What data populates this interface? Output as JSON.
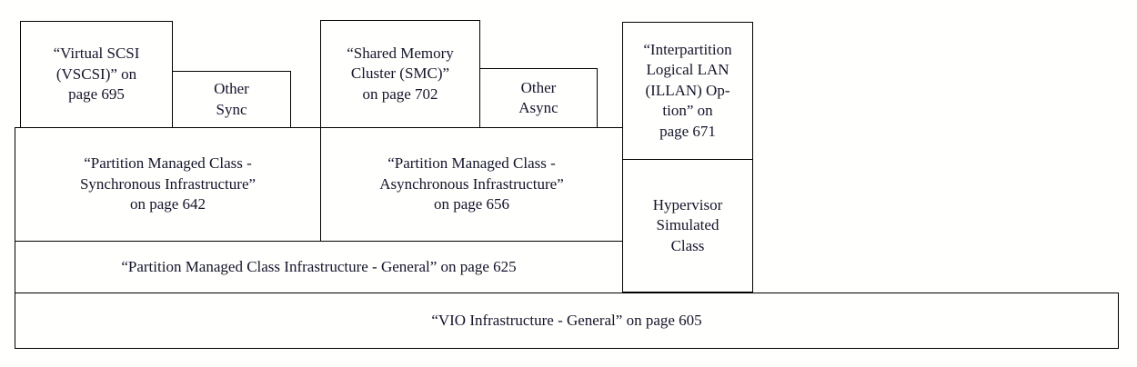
{
  "diagram": {
    "title": "VIO Infrastructure layering",
    "type": "layered-block-diagram",
    "colors": {
      "background": "#fffffd",
      "border": "#000000",
      "text": "#14142b"
    },
    "boxes": [
      {
        "id": "vscsi",
        "name": "virtual-scsi-box",
        "label": "“Virtual SCSI\n(VSCSI)” on\npage 695",
        "page": "695",
        "row": 1
      },
      {
        "id": "other-sync",
        "name": "other-sync-box",
        "label": "Other\nSync",
        "row": 1
      },
      {
        "id": "smc",
        "name": "shared-memory-cluster-box",
        "label": "“Shared Memory\nCluster (SMC)”\non page 702",
        "page": "702",
        "row": 1
      },
      {
        "id": "other-async",
        "name": "other-async-box",
        "label": "Other\nAsync",
        "row": 1
      },
      {
        "id": "illan",
        "name": "interpartition-logical-lan-box",
        "label": "“Interpartition\nLogical LAN\n(ILLAN) Op-\ntion” on\npage 671",
        "page": "671",
        "row": 1
      },
      {
        "id": "hypervisor",
        "name": "hypervisor-simulated-class-box",
        "label": "Hypervisor\nSimulated\nClass",
        "row": 2
      },
      {
        "id": "pmc-sync",
        "name": "partition-managed-class-synchronous-box",
        "label": "“Partition Managed Class -\nSynchronous Infrastructure”\non page 642",
        "page": "642",
        "row": 2
      },
      {
        "id": "pmc-async",
        "name": "partition-managed-class-asynchronous-box",
        "label": "“Partition Managed Class -\nAsynchronous Infrastructure”\non page 656",
        "page": "656",
        "row": 2
      },
      {
        "id": "pmc-general",
        "name": "partition-managed-class-general-box",
        "label": "“Partition Managed Class Infrastructure - General” on page 625",
        "page": "625",
        "row": 3
      },
      {
        "id": "vio-general",
        "name": "vio-infrastructure-general-box",
        "label": "“VIO Infrastructure - General” on page 605",
        "page": "605",
        "row": 4
      }
    ]
  }
}
